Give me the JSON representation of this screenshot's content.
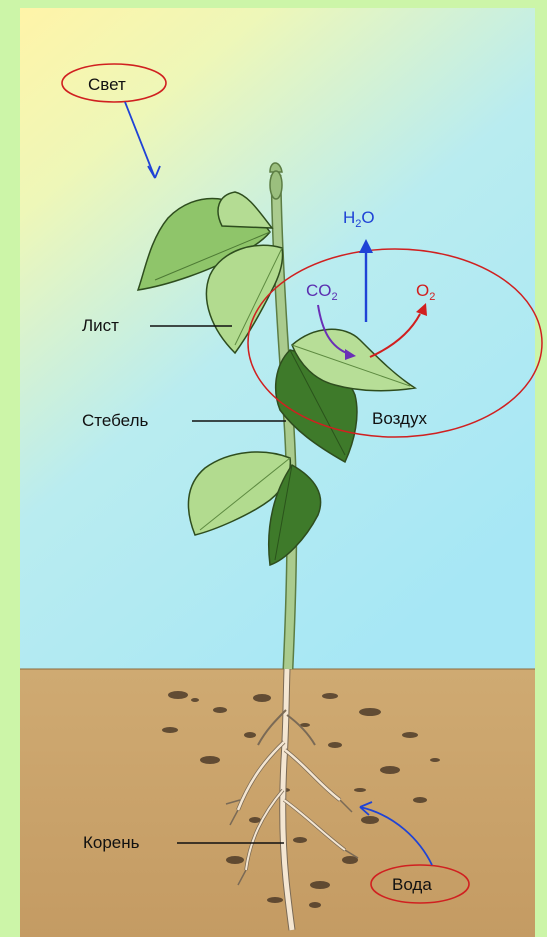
{
  "labels": {
    "light": "Свет",
    "leaf": "Лист",
    "stem": "Стебель",
    "air": "Воздух",
    "root": "Корень",
    "water": "Вода"
  },
  "chemicals": {
    "water_vapor": {
      "main": "H",
      "sub": "2",
      "tail": "O"
    },
    "carbon_dioxide": {
      "main": "CO",
      "sub": "2"
    },
    "oxygen": {
      "main": "O",
      "sub": "2"
    }
  },
  "colors": {
    "frame_green": "#ccf5a8",
    "sky_top": "#fff6b0",
    "sky_bottom": "#a9e8f4",
    "soil": "#c9a46b",
    "leaf_dark": "#3f7a2a",
    "leaf_light": "#a6d982",
    "stem": "#a7c98a",
    "root": "#f4e6d2",
    "outline_red": "#d02020",
    "arrow_blue": "#1f43d6",
    "arrow_purple": "#6a2fb6",
    "arrow_red": "#d11f1f"
  }
}
